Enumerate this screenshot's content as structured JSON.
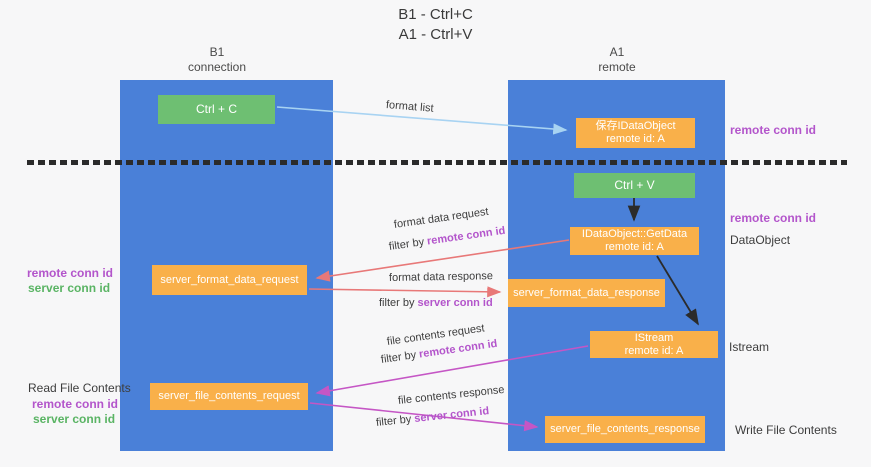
{
  "title": {
    "line1": "B1 - Ctrl+C",
    "line2": "A1 - Ctrl+V"
  },
  "lanes": {
    "left": {
      "name": "B1",
      "role": "connection"
    },
    "right": {
      "name": "A1",
      "role": "remote"
    }
  },
  "nodes": {
    "ctrl_c": {
      "label": "Ctrl + C"
    },
    "save_dataobject": {
      "line1": "保存IDataObject",
      "line2": "remote id: A"
    },
    "ctrl_v": {
      "label": "Ctrl + V"
    },
    "getdata": {
      "line1": "IDataObject::GetData",
      "line2": "remote id: A"
    },
    "server_format_data_request": {
      "label": "server_format_data_request"
    },
    "server_format_data_response": {
      "label": "server_format_data_response"
    },
    "istream": {
      "line1": "IStream",
      "line2": "remote id: A"
    },
    "server_file_contents_request": {
      "label": "server_file_contents_request"
    },
    "server_file_contents_response": {
      "label": "server_file_contents_response"
    }
  },
  "flows": {
    "format_list": {
      "label": "format list"
    },
    "format_data_request": {
      "label": "format data request",
      "filter_prefix": "filter by ",
      "filter_id": "remote conn id"
    },
    "format_data_response": {
      "label": "format data response",
      "filter_prefix": "filter by ",
      "filter_id": "server conn id"
    },
    "file_contents_request": {
      "label": "file contents request",
      "filter_prefix": "filter by ",
      "filter_id": "remote conn id"
    },
    "file_contents_response": {
      "label": "file contents response",
      "filter_prefix": "filter by ",
      "filter_id": "server conn id"
    }
  },
  "annotations": {
    "remote_conn_id_save": "remote conn id",
    "remote_conn_id_ctrlv": "remote conn id",
    "dataobject": "DataObject",
    "istream": "Istream",
    "write_file_contents": "Write File Contents",
    "left_remote_conn_id_top": "remote conn id",
    "left_server_conn_id_top": "server conn id",
    "read_file_contents": "Read File Contents",
    "left_remote_conn_id_bottom": "remote conn id",
    "left_server_conn_id_bottom": "server conn id"
  },
  "colors": {
    "lane_blue": "#4a80d8",
    "node_green": "#6ebf72",
    "node_orange": "#f9b04a",
    "arrow_light_blue": "#a8d3f2",
    "arrow_black": "#2b2b2b",
    "arrow_red": "#e87878",
    "arrow_magenta": "#c556c5",
    "text_purple": "#b355cb",
    "text_green": "#5ab464",
    "background": "#f7f7f8"
  }
}
